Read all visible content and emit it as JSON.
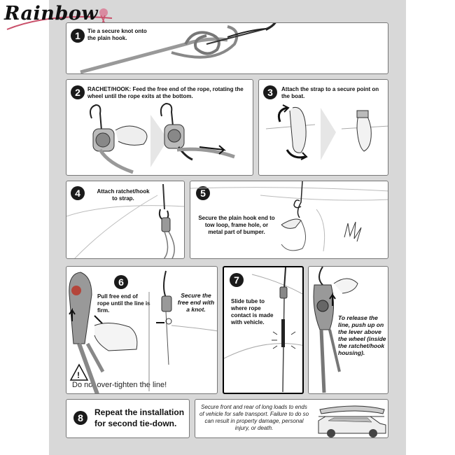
{
  "brand": {
    "name": "Rainbow"
  },
  "steps": [
    {
      "number": "1",
      "text": "Tie a secure knot onto the plain hook."
    },
    {
      "number": "2",
      "text": "RACHET/HOOK: Feed the free end of the rope, rotating the wheel until the rope exits at the bottom."
    },
    {
      "number": "3",
      "text": "Attach the strap to a secure point on the boat."
    },
    {
      "number": "4",
      "text": "Attach ratchet/hook to strap."
    },
    {
      "number": "5",
      "text": "Secure the plain hook end to tow loop, frame hole, or metal part of bumper."
    },
    {
      "number": "6",
      "text": "Pull free end of rope until the line is firm.",
      "aside": "Secure the free end with a knot.",
      "warning": "Do not over-tighten the line!"
    },
    {
      "number": "7",
      "text": "Slide tube to where rope contact is made with vehicle.",
      "release": "To release the line, push up on the lever above the wheel (inside the ratchet/hook housing)."
    },
    {
      "number": "8",
      "text": "Repeat the installation for second tie-down.",
      "caution": "Secure front and rear of long loads to ends of vehicle for safe transport. Failure to do so can result in property damage, personal injury, or death."
    }
  ]
}
